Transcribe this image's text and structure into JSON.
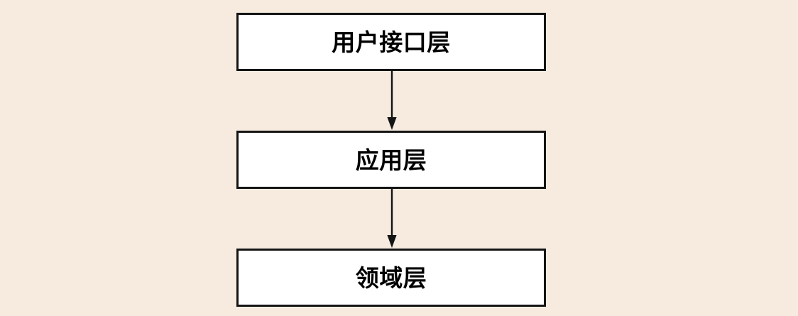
{
  "diagram": {
    "type": "flowchart",
    "orientation": "vertical-top-down",
    "background_color": "#f7ebe0",
    "node_fill_color": "#ffffff",
    "node_border_color": "#141414",
    "text_color": "#000000",
    "nodes": [
      {
        "id": "user-interface-layer",
        "label": "用户接口层"
      },
      {
        "id": "application-layer",
        "label": "应用层"
      },
      {
        "id": "domain-layer",
        "label": "领域层"
      }
    ],
    "edges": [
      {
        "id": "ui-to-application",
        "from": "user-interface-layer",
        "to": "application-layer",
        "style": "solid-arrow",
        "label": ""
      },
      {
        "id": "application-to-domain",
        "from": "application-layer",
        "to": "domain-layer",
        "style": "solid-arrow",
        "label": ""
      }
    ]
  }
}
